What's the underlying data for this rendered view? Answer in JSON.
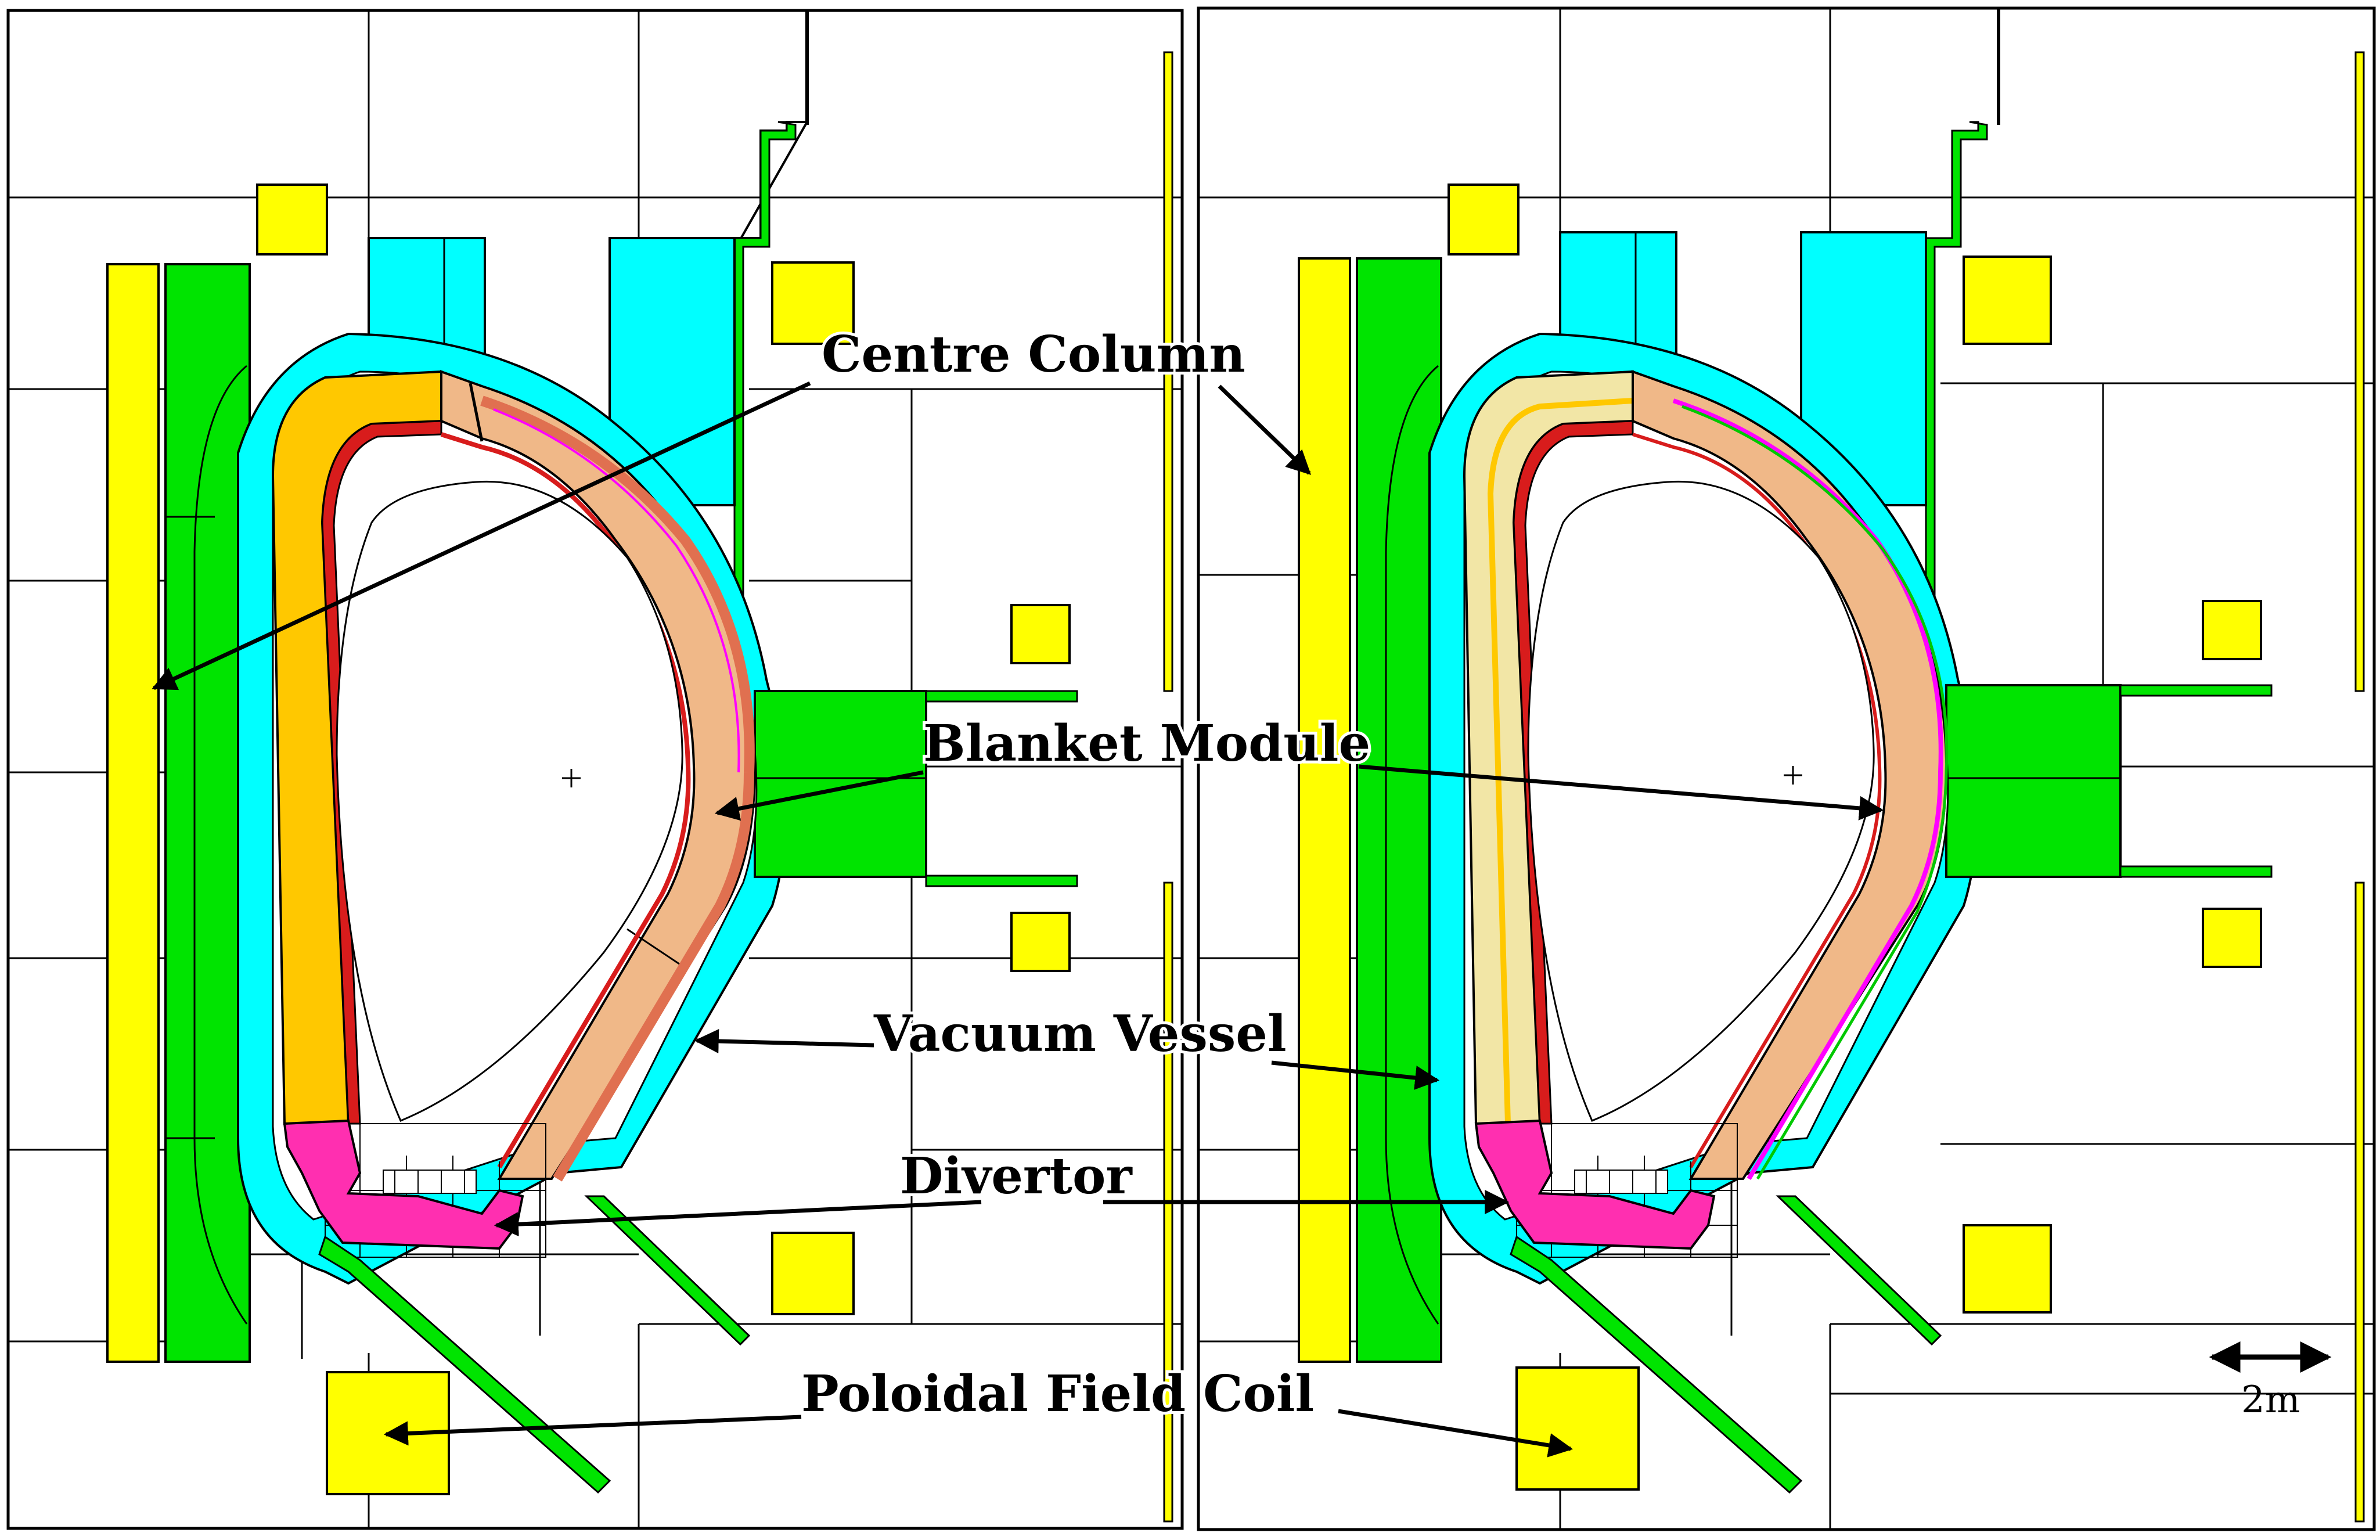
{
  "labels": {
    "centre_column": "Centre Column",
    "blanket_module": "Blanket Module",
    "vacuum_vessel": "Vacuum Vessel",
    "divertor": "Divertor",
    "poloidal_field_coil": "Poloidal Field Coil"
  },
  "scale_bar": {
    "label": "2m"
  },
  "colors": {
    "coil": "#ffff00",
    "shield": "#00e400",
    "vessel": "#00ffff",
    "blanket_inboard_left": "#ffc800",
    "blanket_inboard_right": "#f2e6a6",
    "blanket_outboard": "#f0b888",
    "first_wall": "#d81c1c",
    "divertor": "#ff2fb0",
    "magenta_layer": "#ff00ff",
    "outline": "#000000"
  }
}
